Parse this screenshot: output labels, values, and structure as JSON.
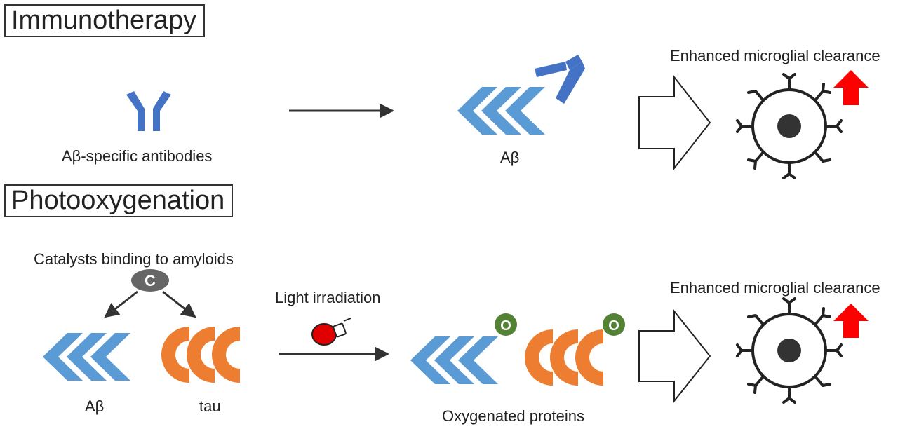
{
  "immunotherapy": {
    "title": "Immunotherapy",
    "antibodies_label": "Aβ-specific antibodies",
    "abeta_label": "Aβ",
    "outcome_label": "Enhanced microglial clearance"
  },
  "photooxygenation": {
    "title": "Photooxygenation",
    "catalyst_label": "Catalysts binding to amyloids",
    "catalyst_letter": "C",
    "light_label": "Light irradiation",
    "abeta_label": "Aβ",
    "tau_label": "tau",
    "oxygen_letter": "O",
    "oxygenated_label": "Oxygenated proteins",
    "outcome_label": "Enhanced microglial clearance"
  },
  "colors": {
    "abeta": "#5b9bd5",
    "antibody": "#4472c4",
    "tau": "#ed7d31",
    "oxygen": "#548235",
    "catalyst": "#666666",
    "up_arrow": "#ff0000",
    "bulb": "#e00000"
  }
}
